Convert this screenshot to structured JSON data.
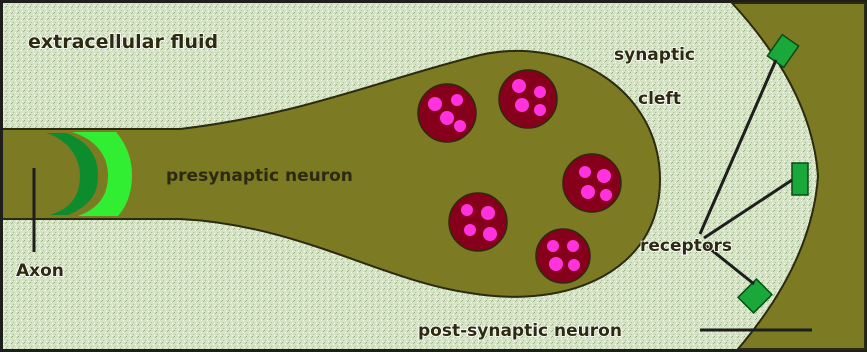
{
  "labels": {
    "extracellular_fluid": "extracellular fluid",
    "synaptic_cleft_line1": "synaptic",
    "synaptic_cleft_line2": "cleft",
    "presynaptic_neuron": "presynaptic neuron",
    "axon": "Axon",
    "receptors": "receptors",
    "post_synaptic_neuron": "post-synaptic neuron"
  },
  "colors": {
    "fluid": "#d6e3c6",
    "neuron": "#7c7a22",
    "neuron_outline": "#2c2a10",
    "vesicle": "#86001c",
    "neurotransmitter": "#ff33dd",
    "receptor": "#1aa83a",
    "axon_dark_green": "#0c8c2c",
    "axon_light_green": "#32ee32",
    "frame": "#1e1e1e"
  },
  "icons": {
    "vesicle": "synaptic-vesicle-icon",
    "receptor": "receptor-icon"
  }
}
